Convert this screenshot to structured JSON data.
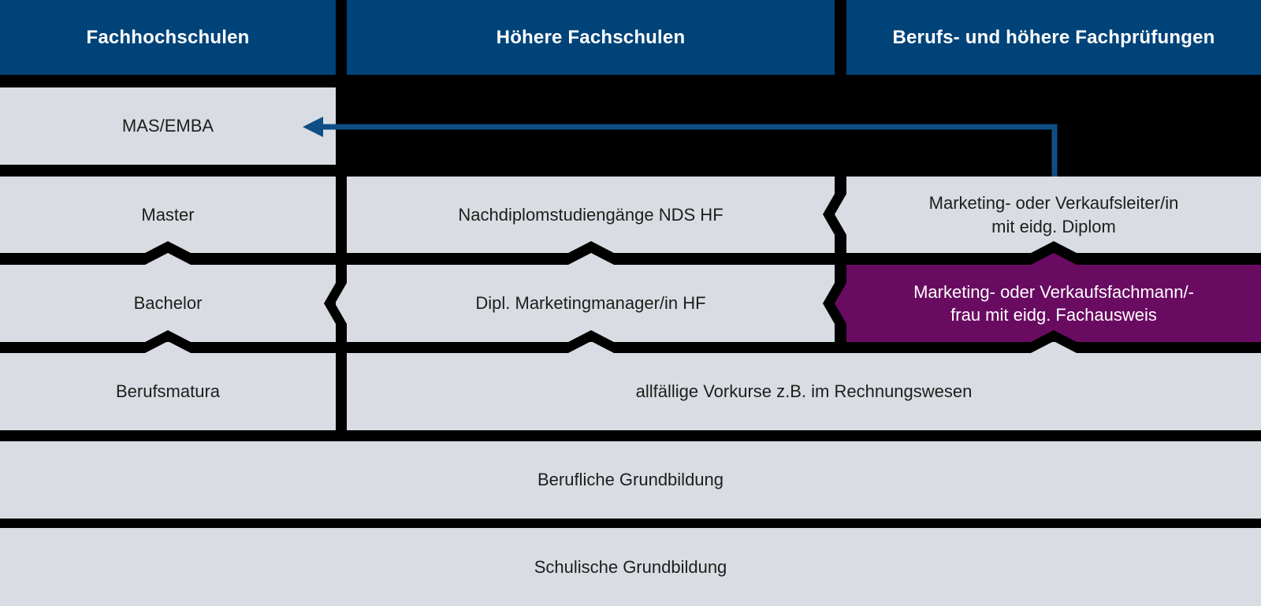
{
  "colors": {
    "canvas_bg": "#000000",
    "header_bg": "#004379",
    "box_bg": "#d9dde3",
    "highlight_bg": "#6a0b62",
    "arrow": "#0f4e85",
    "text_dark": "#1d1d1b",
    "text_light": "#ffffff"
  },
  "headers": {
    "col1": "Fachhochschulen",
    "col2": "Höhere Fachschulen",
    "col3": "Berufs- und höhere Fachprüfungen"
  },
  "boxes": {
    "mas_emba": {
      "label": "MAS/EMBA"
    },
    "master": {
      "label": "Master"
    },
    "bachelor": {
      "label": "Bachelor"
    },
    "berufsmatura": {
      "label": "Berufsmatura"
    },
    "nds_hf": {
      "label": "Nachdiplomstudiengänge NDS HF"
    },
    "dipl_marketingmanager": {
      "label": "Dipl. Marketingmanager/in HF"
    },
    "verkaufsleiter": {
      "label": "Marketing- oder Verkaufsleiter/in\nmit eidg. Diplom"
    },
    "verkaufsfachmann": {
      "label": "Marketing- oder Verkaufsfachmann/-\nfrau mit eidg. Fachausweis",
      "highlighted": true
    },
    "vorkurse": {
      "label": "allfällige Vorkurse z.B. im Rechnungswesen"
    },
    "berufliche_grundbildung": {
      "label": "Berufliche Grundbildung"
    },
    "schulische_grundbildung": {
      "label": "Schulische Grundbildung"
    }
  },
  "connections": [
    {
      "type": "chevron-up",
      "from": "Bachelor",
      "to": "Master"
    },
    {
      "type": "chevron-up",
      "from": "Berufsmatura",
      "to": "Bachelor"
    },
    {
      "type": "chevron-up",
      "from": "Dipl. Marketingmanager/in HF",
      "to": "Nachdiplomstudiengänge NDS HF"
    },
    {
      "type": "chevron-up",
      "from": "allfällige Vorkurse z.B. im Rechnungswesen",
      "to": "Dipl. Marketingmanager/in HF"
    },
    {
      "type": "chevron-up",
      "from": "Marketing- oder Verkaufsfachmann/-frau mit eidg. Fachausweis",
      "to": "Marketing- oder Verkaufsleiter/in mit eidg. Diplom"
    },
    {
      "type": "chevron-up",
      "from": "allfällige Vorkurse z.B. im Rechnungswesen",
      "to": "Marketing- oder Verkaufsfachmann/-frau mit eidg. Fachausweis"
    },
    {
      "type": "chevron-left",
      "from": "Dipl. Marketingmanager/in HF",
      "to": "Bachelor"
    },
    {
      "type": "chevron-left",
      "from": "Marketing- oder Verkaufsleiter/in mit eidg. Diplom",
      "to": "Nachdiplomstudiengänge NDS HF"
    },
    {
      "type": "chevron-left",
      "from": "Marketing- oder Verkaufsfachmann/-frau mit eidg. Fachausweis",
      "to": "Dipl. Marketingmanager/in HF"
    },
    {
      "type": "arrow",
      "from": "Marketing- oder Verkaufsleiter/in mit eidg. Diplom",
      "to": "MAS/EMBA"
    }
  ]
}
